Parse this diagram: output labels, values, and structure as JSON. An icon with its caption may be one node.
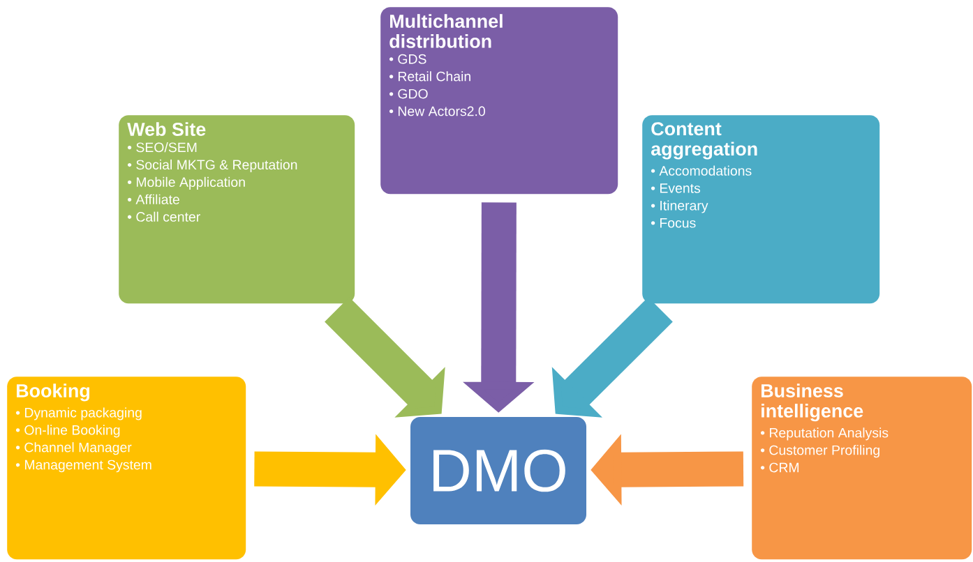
{
  "diagram": {
    "nodes": [
      {
        "text": [
          "Multichannel distribution",
          "• GDS",
          "• Retail Chain",
          "• GDO",
          "• New Actors2.0"
        ]
      },
      {
        "text": [
          "Web Site",
          "• SEO/SEM",
          "• Social MKTG & Reputation",
          "• Mobile Application",
          "• Affiliate",
          "• Call center"
        ]
      },
      {
        "text": [
          "Content aggregation",
          "• Accomodations",
          "• Events",
          "• Itinerary",
          "• Focus"
        ]
      },
      {
        "text": [
          "Booking",
          "• Dynamic packaging",
          "• On-line Booking",
          "• Channel Manager",
          "• Management System"
        ]
      },
      {
        "text": [
          "DMO"
        ]
      },
      {
        "text": [
          "Business intelligence",
          "• Reputation Analysis",
          "• Customer Profiling",
          "• CRM"
        ]
      }
    ],
    "edges": [
      {
        "from": 1,
        "to": 4,
        "arrow": "to",
        "color": "#9bbb59"
      },
      {
        "from": 0,
        "to": 4,
        "arrow": "to",
        "color": "#7b5ea7"
      },
      {
        "from": 2,
        "to": 4,
        "arrow": "to",
        "color": "#4bacc6"
      },
      {
        "from": 3,
        "to": 4,
        "arrow": "to",
        "color": "#ffc000"
      },
      {
        "from": 5,
        "to": 4,
        "arrow": "to",
        "color": "#f79646"
      }
    ]
  }
}
